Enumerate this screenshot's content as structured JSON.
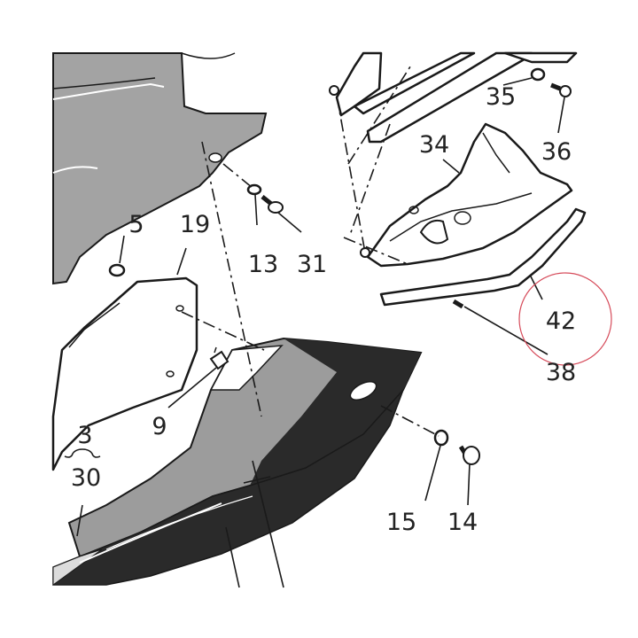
{
  "callouts": {
    "c3": "3",
    "c30": "30",
    "c5": "5",
    "c9": "9",
    "c13": "13",
    "c14": "14",
    "c15": "15",
    "c19": "19",
    "c31": "31",
    "c34": "34",
    "c35": "35",
    "c36": "36",
    "c38": "38",
    "c42": "42"
  },
  "colors": {
    "upper_panel": "#a3a3a3",
    "lower_panel_black": "#2a2a2a",
    "lower_panel_grey": "#9c9c9c",
    "highlight_circle": "#d64b5a"
  }
}
